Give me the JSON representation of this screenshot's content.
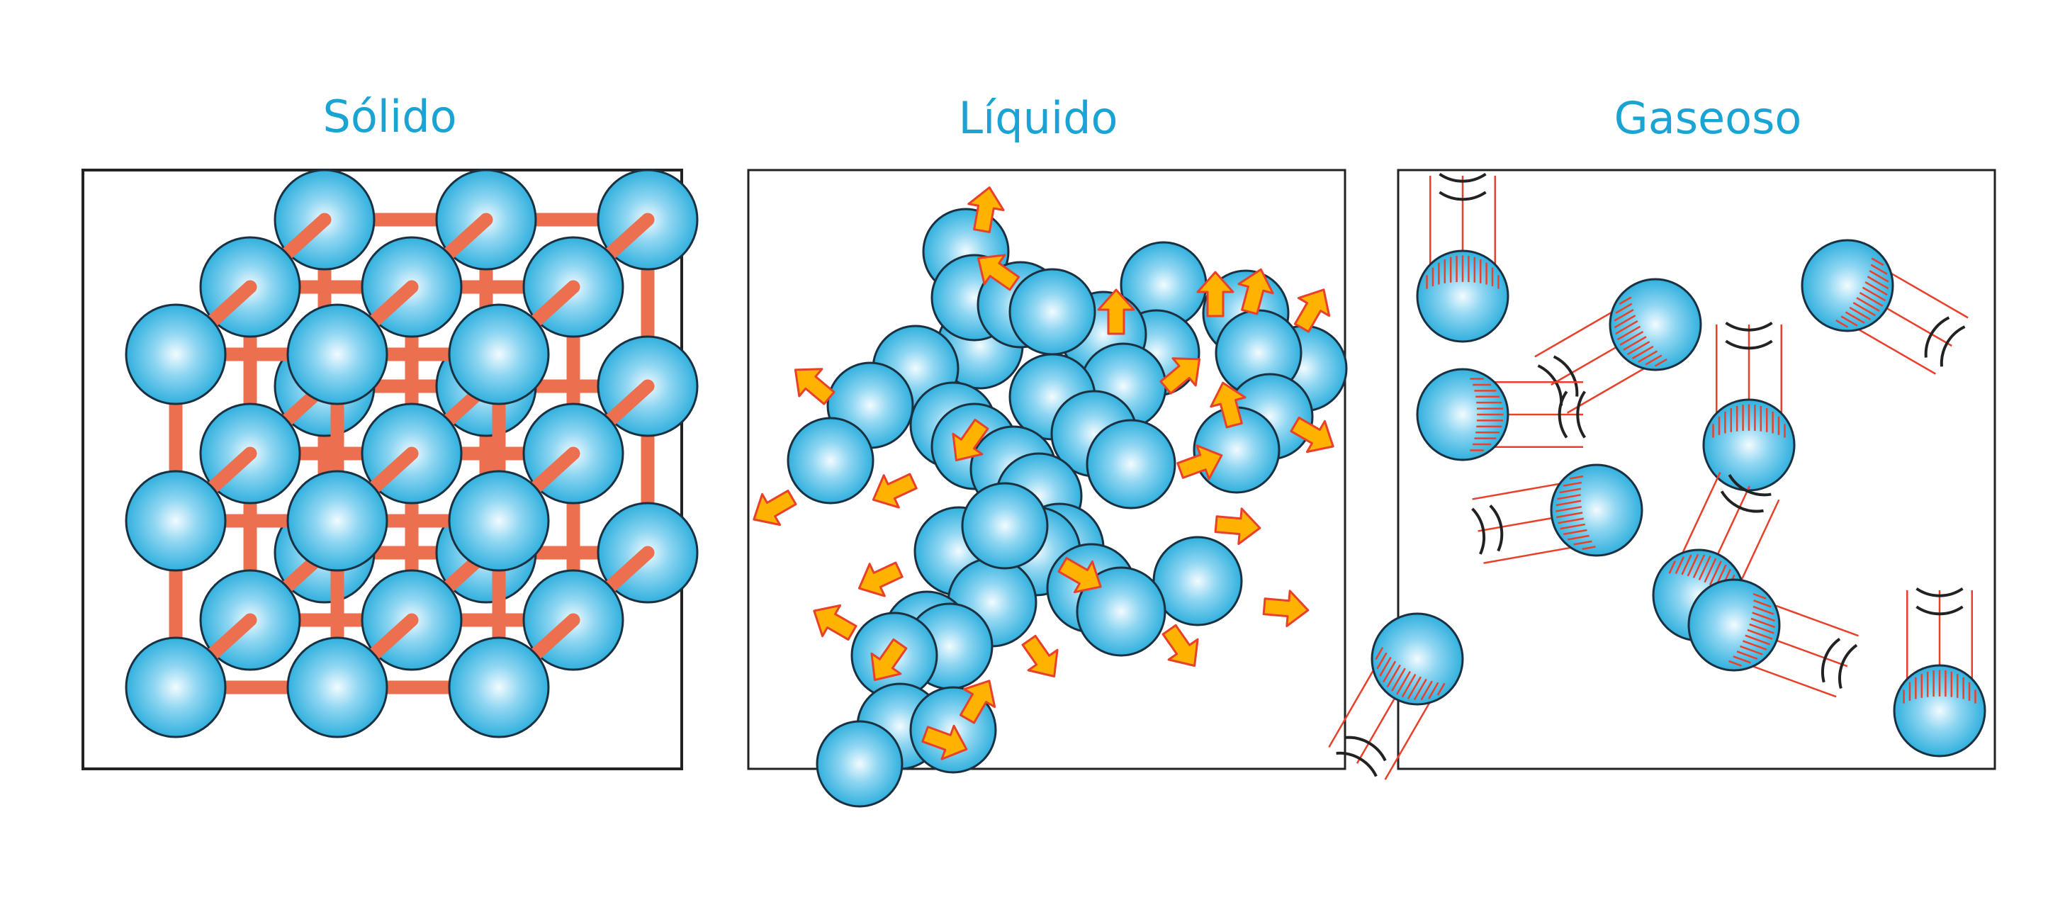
{
  "panels": [
    {
      "title": "Sólido"
    },
    {
      "title": "Líquido"
    },
    {
      "title": "Gaseoso"
    }
  ],
  "colors": {
    "title": "#1aa4d3",
    "particle_light": "#e9f8ff",
    "particle_dark": "#1ea2d2",
    "bond": "#ec6f4f",
    "arrow_fill": "#ffb300",
    "arrow_stroke": "#e8402a",
    "motion_line": "#e8402a",
    "border": "#222222"
  }
}
